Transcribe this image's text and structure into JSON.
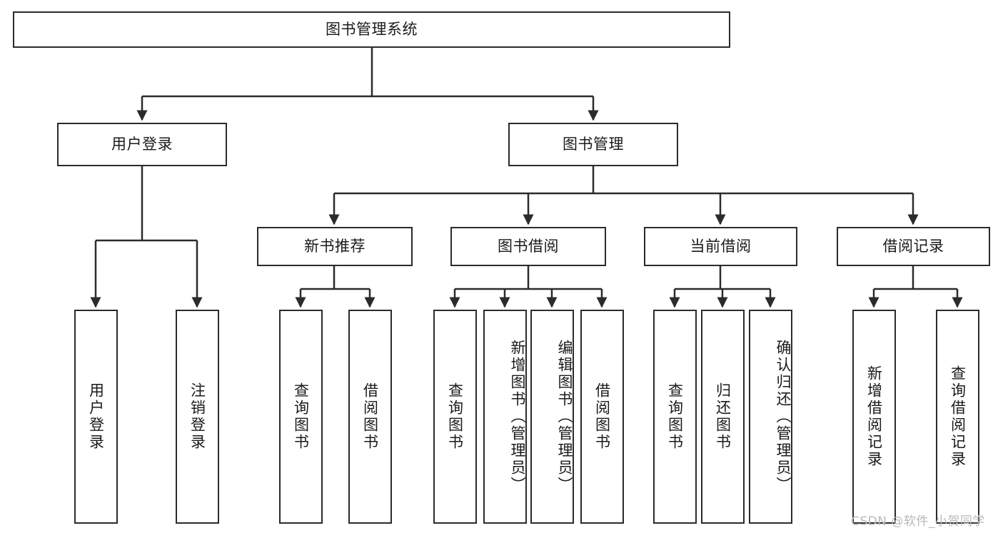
{
  "diagram": {
    "title": "图书管理系统",
    "type": "tree",
    "watermark": "CSDN @软件_小贺同学",
    "colors": {
      "box_border": "#2b2b2b",
      "box_fill": "#ffffff",
      "edge": "#2b2b2b",
      "text": "#1a1a1a",
      "watermark": "#b9b9b9"
    },
    "nodes": {
      "root": {
        "label": "图书管理系统"
      },
      "level1": [
        {
          "id": "user-login",
          "label": "用户登录"
        },
        {
          "id": "book-manage",
          "label": "图书管理"
        }
      ],
      "level2": [
        {
          "id": "new-book-rec",
          "label": "新书推荐"
        },
        {
          "id": "book-borrow",
          "label": "图书借阅"
        },
        {
          "id": "current-borrow",
          "label": "当前借阅"
        },
        {
          "id": "borrow-record",
          "label": "借阅记录"
        }
      ],
      "leaves": [
        {
          "id": "leaf-user-login",
          "label": "用户登录",
          "parent": "user-login"
        },
        {
          "id": "leaf-user-logout",
          "label": "注销登录",
          "parent": "user-login"
        },
        {
          "id": "leaf-query-book-1",
          "label": "查询图书",
          "parent": "new-book-rec"
        },
        {
          "id": "leaf-borrow-book-1",
          "label": "借阅图书",
          "parent": "new-book-rec"
        },
        {
          "id": "leaf-query-book-2",
          "label": "查询图书",
          "parent": "book-borrow"
        },
        {
          "id": "leaf-add-book",
          "label": "新增图书（管理员）",
          "parent": "book-borrow"
        },
        {
          "id": "leaf-edit-book",
          "label": "编辑图书（管理员）",
          "parent": "book-borrow"
        },
        {
          "id": "leaf-borrow-book-2",
          "label": "借阅图书",
          "parent": "book-borrow"
        },
        {
          "id": "leaf-query-book-3",
          "label": "查询图书",
          "parent": "current-borrow"
        },
        {
          "id": "leaf-return-book",
          "label": "归还图书",
          "parent": "current-borrow"
        },
        {
          "id": "leaf-confirm-return",
          "label": "确认归还（管理员）",
          "parent": "current-borrow"
        },
        {
          "id": "leaf-add-record",
          "label": "新增借阅记录",
          "parent": "borrow-record"
        },
        {
          "id": "leaf-query-record",
          "label": "查询借阅记录",
          "parent": "borrow-record"
        }
      ]
    }
  }
}
